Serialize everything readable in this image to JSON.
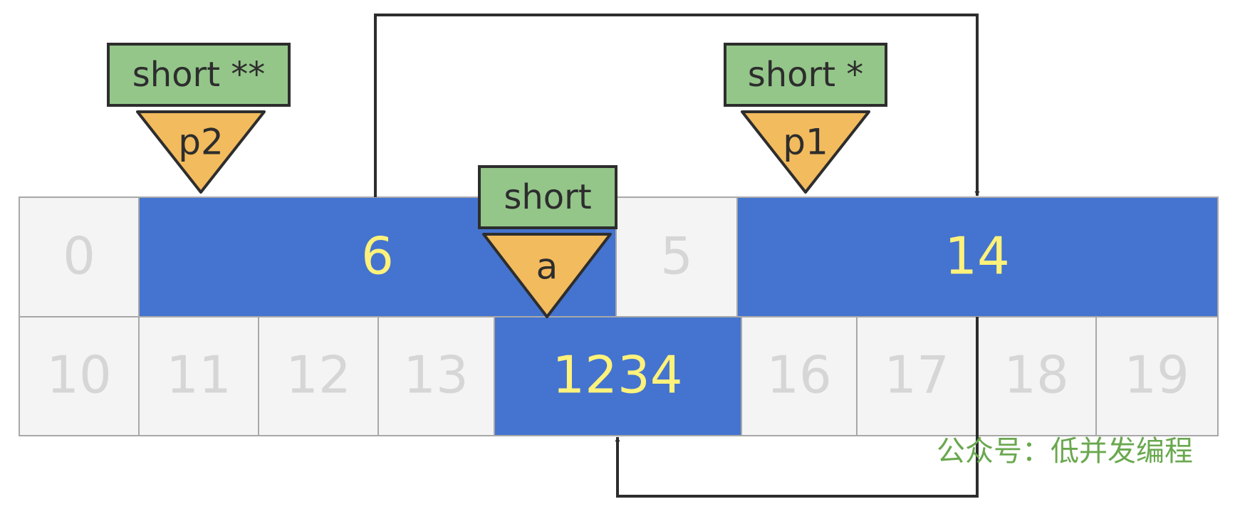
{
  "colors": {
    "cell_fill": "#f4f4f4",
    "cell_stroke": "#a8a8a8",
    "cell_text": "#d6d6d6",
    "value_fill": "#4474cf",
    "value_text": "#fff27a",
    "type_fill": "#94c68a",
    "pointer_fill": "#f2bb5d",
    "outline": "#2d2d2d",
    "arrow": "#2d2d2d",
    "watermark": "#6aa84f"
  },
  "cells_row1": {
    "c0": "0",
    "c5": "5"
  },
  "cells_row2": {
    "c10": "10",
    "c11": "11",
    "c12": "12",
    "c13": "13",
    "c16": "16",
    "c17": "17",
    "c18": "18",
    "c19": "19"
  },
  "values": {
    "p2_value": "6",
    "p1_value": "14",
    "a_value": "1234"
  },
  "variables": {
    "p2": {
      "type": "short **",
      "name": "p2"
    },
    "p1": {
      "type": "short *",
      "name": "p1"
    },
    "a": {
      "type": "short",
      "name": "a"
    }
  },
  "watermark": "公众号：低并发编程"
}
